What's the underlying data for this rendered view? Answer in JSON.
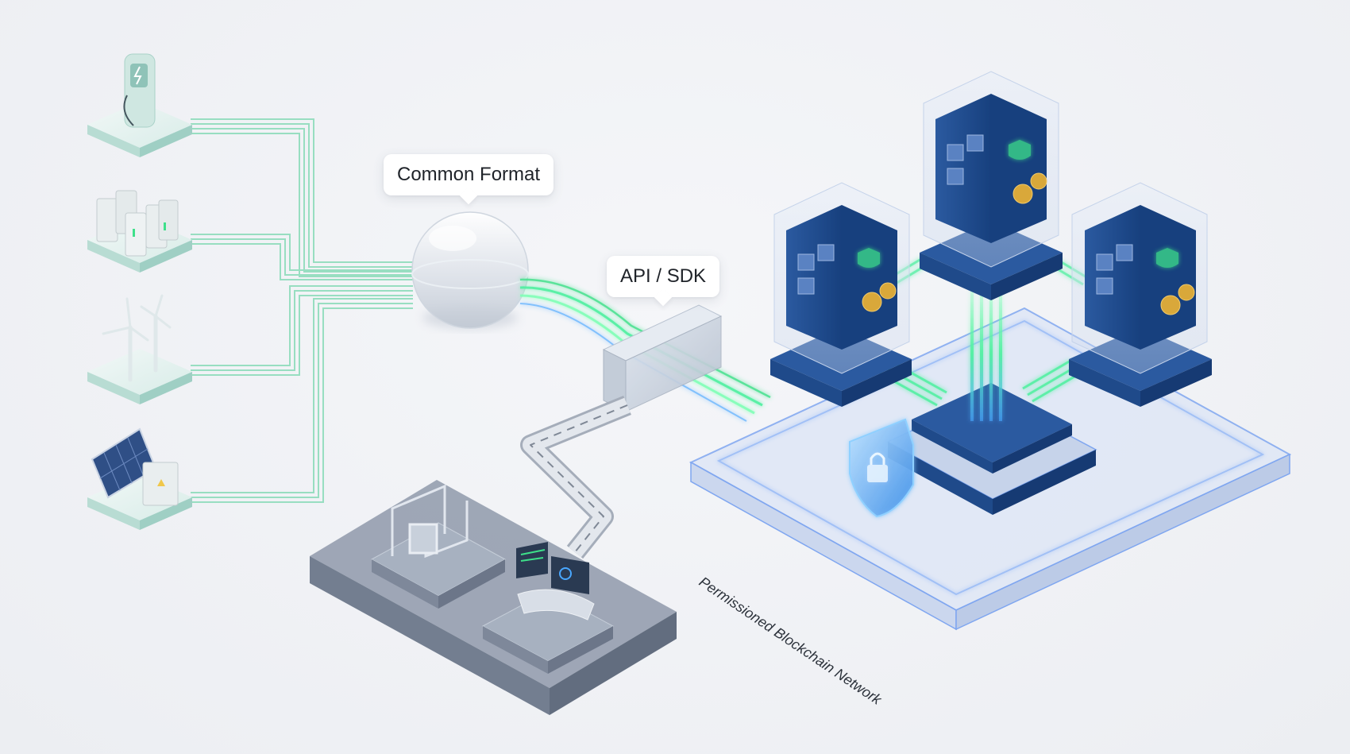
{
  "callouts": {
    "common_format": "Common Format",
    "api_sdk": "API / SDK"
  },
  "network": {
    "label": "Permissioned Blockchain Network"
  },
  "sources": [
    {
      "icon": "ev-charger-icon"
    },
    {
      "icon": "battery-storage-icon"
    },
    {
      "icon": "wind-turbine-icon"
    },
    {
      "icon": "solar-panel-icon"
    }
  ],
  "nodes": [
    "blockchain-node",
    "blockchain-node",
    "blockchain-node"
  ],
  "colors": {
    "data_line": "#7fd6b0",
    "data_line_glow": "#3ee08a",
    "node_blue": "#1f4a8a",
    "node_dark": "#163a73",
    "platform_glass": "#dfe7f6",
    "platform_edge": "#7fa6f0",
    "grid_base": "#8b95a6",
    "shield": "#49a7ff"
  }
}
